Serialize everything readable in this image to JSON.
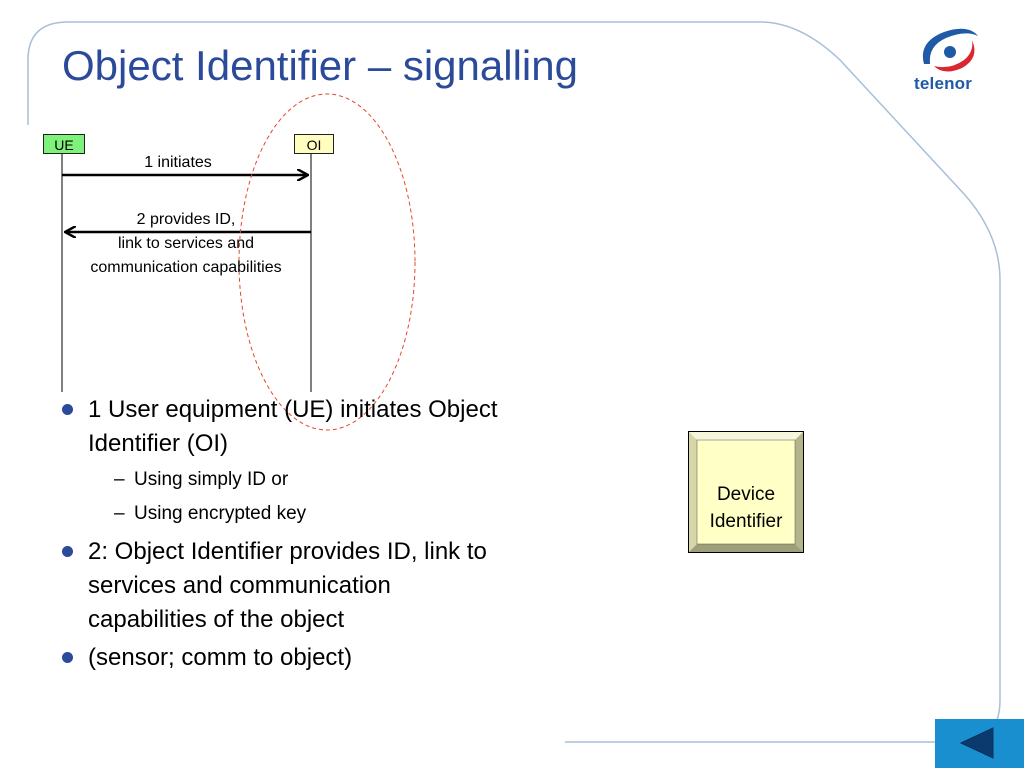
{
  "slide": {
    "title": "Object Identifier – signalling",
    "logo_text": "telenor"
  },
  "diagram": {
    "entities": [
      {
        "id": "ue",
        "label": "UE",
        "color": "#7ef27a"
      },
      {
        "id": "oi",
        "label": "OI",
        "color": "#fffec0"
      }
    ],
    "messages": [
      {
        "from": "ue",
        "to": "oi",
        "lines": [
          "1 initiates"
        ]
      },
      {
        "from": "oi",
        "to": "ue",
        "lines": [
          "2 provides ID,",
          "link to services and",
          "communication capabilities"
        ]
      }
    ],
    "highlight_color": "#e8452c"
  },
  "bullets": [
    {
      "text": "1 User equipment (UE) initiates Object Identifier (OI)",
      "sub": [
        "Using simply ID or",
        "Using encrypted key"
      ]
    },
    {
      "text": "2: Object Identifier provides ID, link to services and communication capabilities of the object",
      "sub": []
    },
    {
      "text": "(sensor; comm to object)",
      "sub": []
    }
  ],
  "device": {
    "line1": "Device",
    "line2": "Identifier",
    "fill": "#ffffc6"
  },
  "nav": {
    "back_icon": "triangle-left-icon",
    "color": "#1a8fd0"
  },
  "colors": {
    "title": "#2b4a9a",
    "frame": "#a9bfd8"
  }
}
